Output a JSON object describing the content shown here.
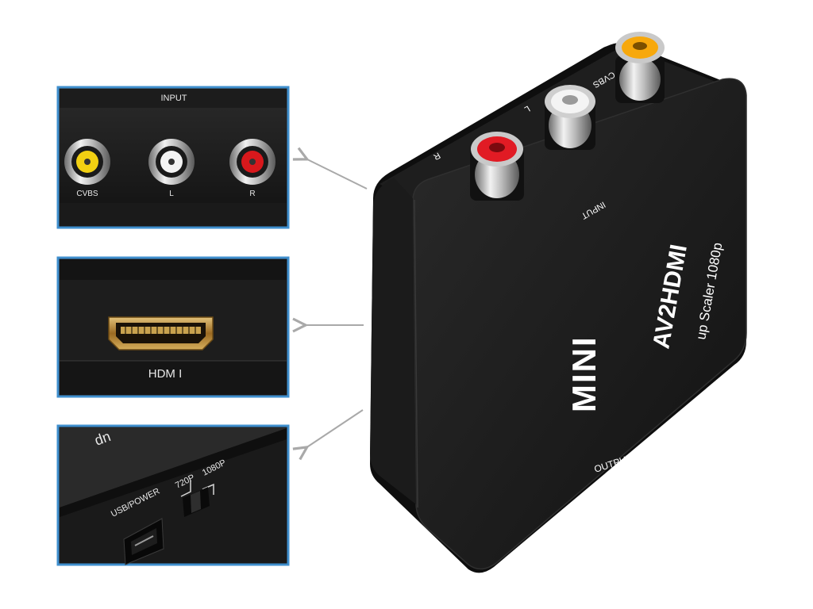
{
  "detail_panels": {
    "input": {
      "title": "INPUT",
      "jacks": [
        {
          "label": "CVBS",
          "color": "#f2d012"
        },
        {
          "label": "L",
          "color": "#f4f4f4"
        },
        {
          "label": "R",
          "color": "#d8181c"
        }
      ]
    },
    "hdmi": {
      "label": "HDM I"
    },
    "power": {
      "usb_label": "USB/POWER",
      "switch_720": "720P",
      "switch_1080": "1080P",
      "top_text": "up"
    }
  },
  "device": {
    "brand": "MINI",
    "model": "AV2HDMI",
    "subtitle": "up Scaler 1080p",
    "input_label": "INPUT",
    "output_label": "OUTPUT",
    "jack_labels": [
      "R",
      "L",
      "CVBS"
    ],
    "jack_colors": [
      "#e11b24",
      "#f4f4f4",
      "#f7a80c"
    ]
  },
  "colors": {
    "panel_border": "#3f8fce",
    "device_body": "#171717",
    "arrow": "#a9a9a9"
  }
}
